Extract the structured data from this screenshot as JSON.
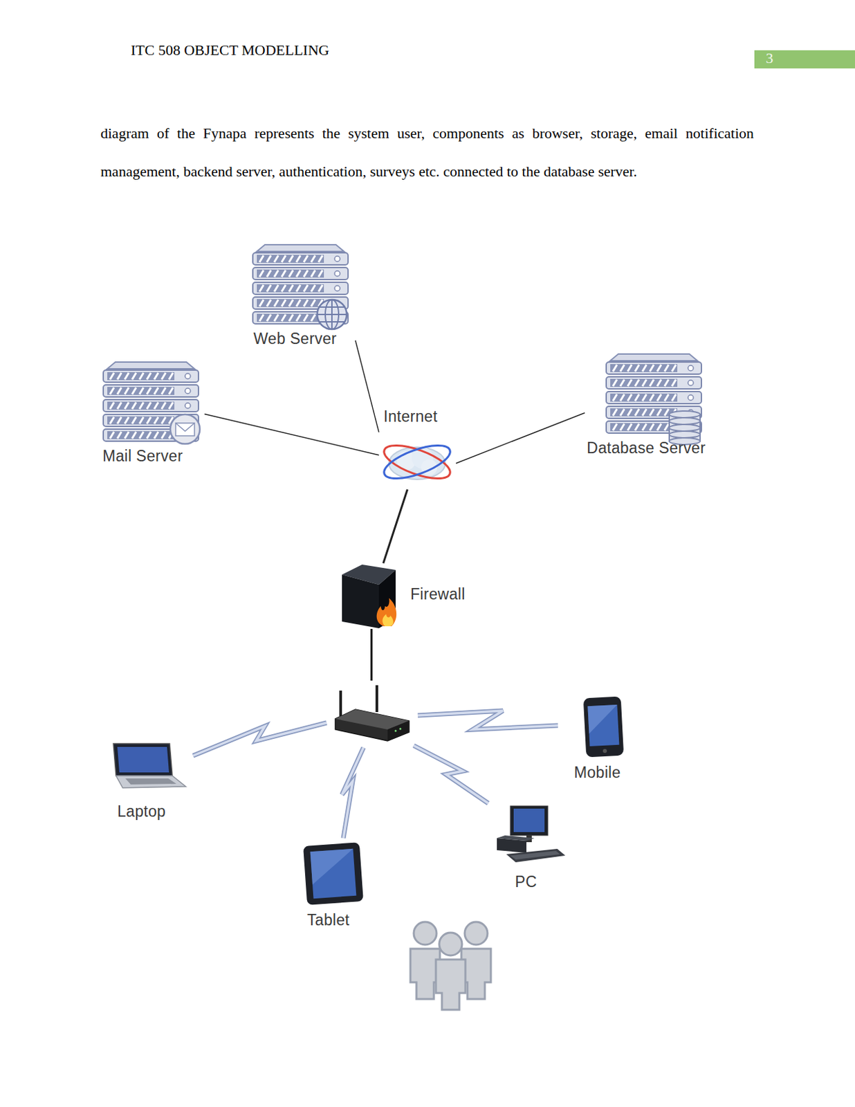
{
  "diagram": {
    "nodes": [
      {
        "text": [
          "Web Server"
        ]
      },
      {
        "text": [
          "Mail Server"
        ]
      },
      {
        "text": [
          "Internet"
        ]
      },
      {
        "text": [
          "Database Server"
        ]
      },
      {
        "text": [
          "Firewall"
        ]
      },
      {
        "text": [
          "Mobile"
        ]
      },
      {
        "text": [
          "Laptop"
        ]
      },
      {
        "text": [
          "PC"
        ]
      },
      {
        "text": [
          "Tablet"
        ]
      }
    ],
    "edges": [
      {
        "from": 0,
        "to": 2,
        "arrow": "none"
      },
      {
        "from": 1,
        "to": 2,
        "arrow": "none"
      },
      {
        "from": 3,
        "to": 2,
        "arrow": "none"
      },
      {
        "from": 2,
        "to": 4,
        "arrow": "none"
      }
    ],
    "labels": [
      "ITC 508 OBJECT MODELLING",
      "3",
      "diagram of the Fynapa represents the system user, components as browser, storage, email notification management, backend server, authentication, surveys etc. connected to the database server."
    ]
  }
}
